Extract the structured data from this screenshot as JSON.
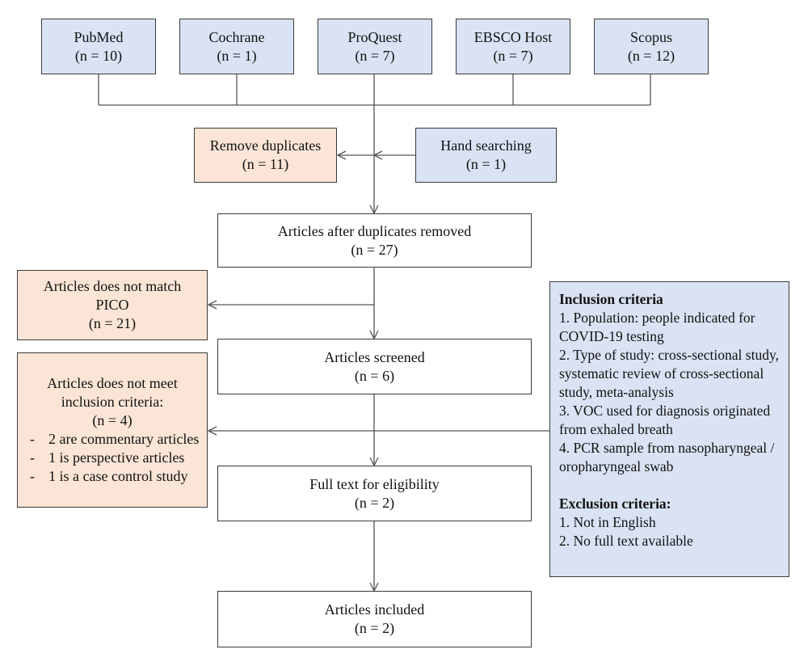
{
  "sources": [
    {
      "name": "PubMed",
      "count": "(n = 10)"
    },
    {
      "name": "Cochrane",
      "count": "(n = 1)"
    },
    {
      "name": "ProQuest",
      "count": "(n = 7)"
    },
    {
      "name": "EBSCO Host",
      "count": "(n = 7)"
    },
    {
      "name": "Scopus",
      "count": "(n = 12)"
    }
  ],
  "remove_duplicates": {
    "label": "Remove duplicates",
    "count": "(n = 11)"
  },
  "hand_searching": {
    "label": "Hand searching",
    "count": "(n = 1)"
  },
  "after_duplicates": {
    "label": "Articles after duplicates removed",
    "count": "(n = 27)"
  },
  "pico_excluded": {
    "label_line1": "Articles does not match",
    "label_line2": "PICO",
    "count": "(n = 21)"
  },
  "screened": {
    "label": "Articles screened",
    "count": "(n = 6)"
  },
  "inclusion_excluded": {
    "label_line1": "Articles does not meet",
    "label_line2": "inclusion criteria:",
    "count": "(n = 4)",
    "reasons": [
      "2 are commentary articles",
      "1 is perspective articles",
      "1 is a case control study"
    ]
  },
  "full_text": {
    "label": "Full text for eligibility",
    "count": "(n = 2)"
  },
  "included": {
    "label": "Articles included",
    "count": "(n = 2)"
  },
  "criteria": {
    "inclusion_heading": "Inclusion criteria",
    "inclusion_items": [
      "1. Population: people indicated for COVID-19 testing",
      "2. Type of study: cross-sectional study, systematic review of cross-sectional study, meta-analysis",
      "3. VOC used for diagnosis originated from exhaled breath",
      "4. PCR sample from nasopharyngeal / oropharyngeal swab"
    ],
    "exclusion_heading": "Exclusion criteria:",
    "exclusion_items": [
      "1. Not in English",
      "2. No full text available"
    ]
  },
  "colors": {
    "source_fill": "#dae3f3",
    "excluded_fill": "#fbe5d6",
    "line": "#555555"
  }
}
